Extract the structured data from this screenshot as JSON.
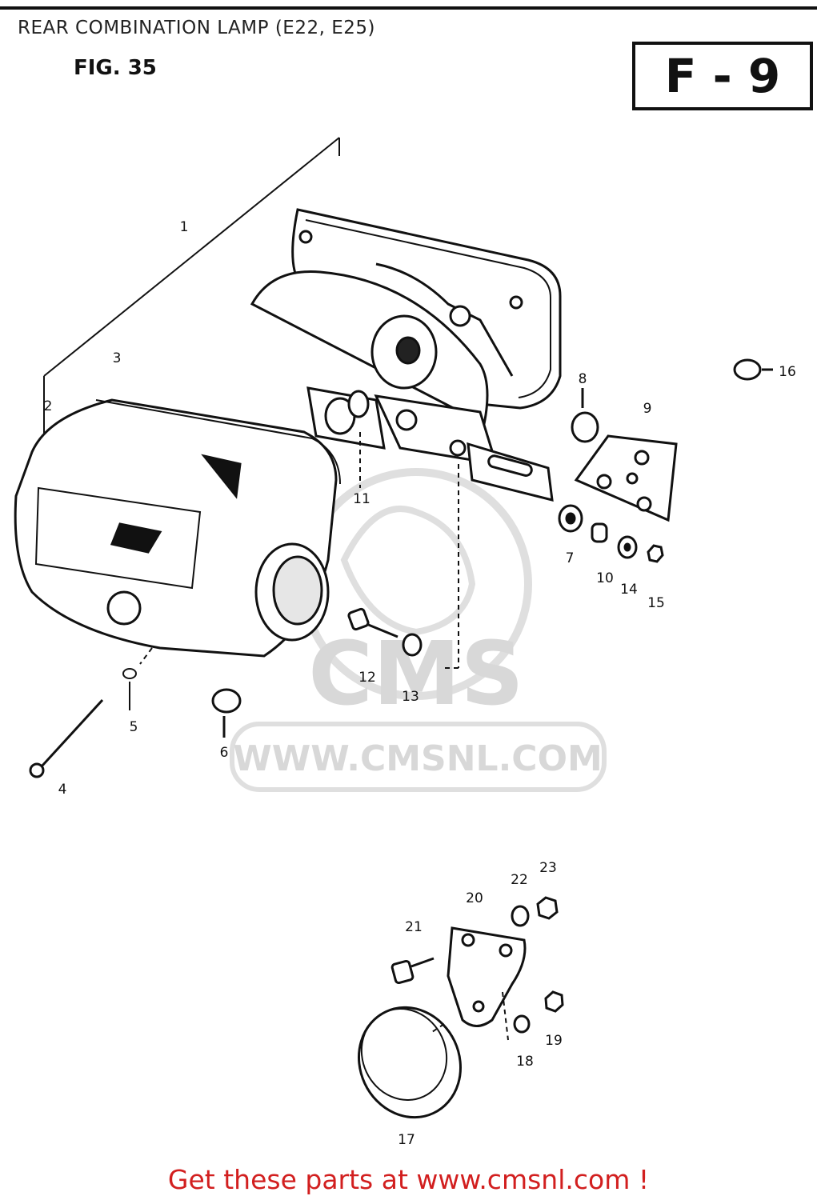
{
  "header": {
    "title": "REAR COMBINATION LAMP (E22, E25)",
    "figure": "FIG. 35",
    "section_code": "F - 9"
  },
  "watermark": {
    "logo_text": "CMS",
    "url_text": "WWW.CMSNL.COM"
  },
  "callouts": [
    {
      "id": "c1",
      "label": "1"
    },
    {
      "id": "c2",
      "label": "2"
    },
    {
      "id": "c3",
      "label": "3"
    },
    {
      "id": "c4",
      "label": "4"
    },
    {
      "id": "c5",
      "label": "5"
    },
    {
      "id": "c6",
      "label": "6"
    },
    {
      "id": "c7",
      "label": "7"
    },
    {
      "id": "c8",
      "label": "8"
    },
    {
      "id": "c9",
      "label": "9"
    },
    {
      "id": "c10",
      "label": "10"
    },
    {
      "id": "c11",
      "label": "11"
    },
    {
      "id": "c12",
      "label": "12"
    },
    {
      "id": "c13",
      "label": "13"
    },
    {
      "id": "c14",
      "label": "14"
    },
    {
      "id": "c15",
      "label": "15"
    },
    {
      "id": "c16",
      "label": "16"
    },
    {
      "id": "c17",
      "label": "17"
    },
    {
      "id": "c18",
      "label": "18"
    },
    {
      "id": "c19",
      "label": "19"
    },
    {
      "id": "c20",
      "label": "20"
    },
    {
      "id": "c21",
      "label": "21"
    },
    {
      "id": "c22",
      "label": "22"
    },
    {
      "id": "c23",
      "label": "23"
    }
  ],
  "footer": {
    "text": "Get these parts at www.cmsnl.com !"
  }
}
